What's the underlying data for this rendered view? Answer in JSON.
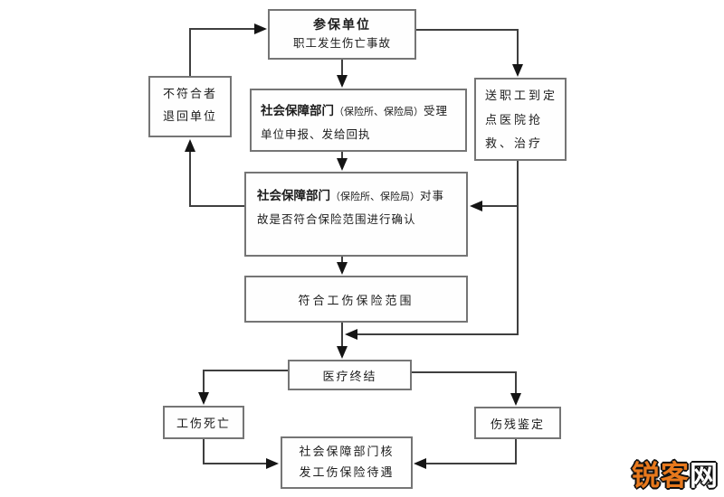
{
  "flowchart": {
    "nodes": {
      "canbao_danwei": {
        "title": "参保单位",
        "subtitle": "职工发生伤亡事故"
      },
      "shouli_shenbao": {
        "emphasis": "社会保障部门",
        "paren": "（保险所、保险局）",
        "detail": "受理单位申报、发给回执"
      },
      "fanwei_queren": {
        "emphasis": "社会保障部门",
        "paren": "（保险所、保险局）",
        "detail": "对事故是否符合保险范围进行确认"
      },
      "fuhe_fanwei": {
        "label": "符合工伤保险范围"
      },
      "yiliao_zhongjie": {
        "label": "医疗终结"
      },
      "bufuhe_tuihui": {
        "label": "不符合者\n退回单位"
      },
      "songyi_qiangjiu": {
        "label": "送职工到定\n点医院抢\n救、治疗"
      },
      "gongshang_siwang": {
        "label": "工伤死亡"
      },
      "shangcan_jianding": {
        "label": "伤残鉴定"
      },
      "hefa_daiyu": {
        "label": "社会保障部门核\n发工伤保险待遇"
      }
    },
    "colors": {
      "line": "#3f3f3f",
      "arrowhead": "#151515",
      "box_border": "#757575",
      "watermark_orange": "#e8791d",
      "watermark_white": "#ffffff"
    },
    "watermark": {
      "text_orange": "锐客",
      "text_white": "网"
    }
  }
}
